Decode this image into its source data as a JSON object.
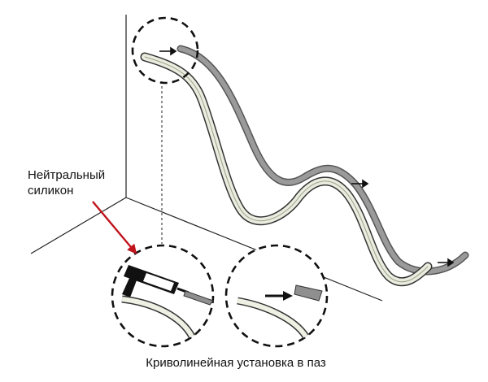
{
  "annotation": {
    "line1": "Нейтральный",
    "line2": "силикон"
  },
  "caption": "Криволинейная установка в паз",
  "colors": {
    "pointer_arrow": "#c0141c",
    "ink": "#111111",
    "channel": "#8f8f8f",
    "strip_fill": "#e9ecde"
  },
  "icons": [
    "silicone-gun-icon",
    "insert-arrow-icon",
    "magnifier-circle-icon"
  ]
}
